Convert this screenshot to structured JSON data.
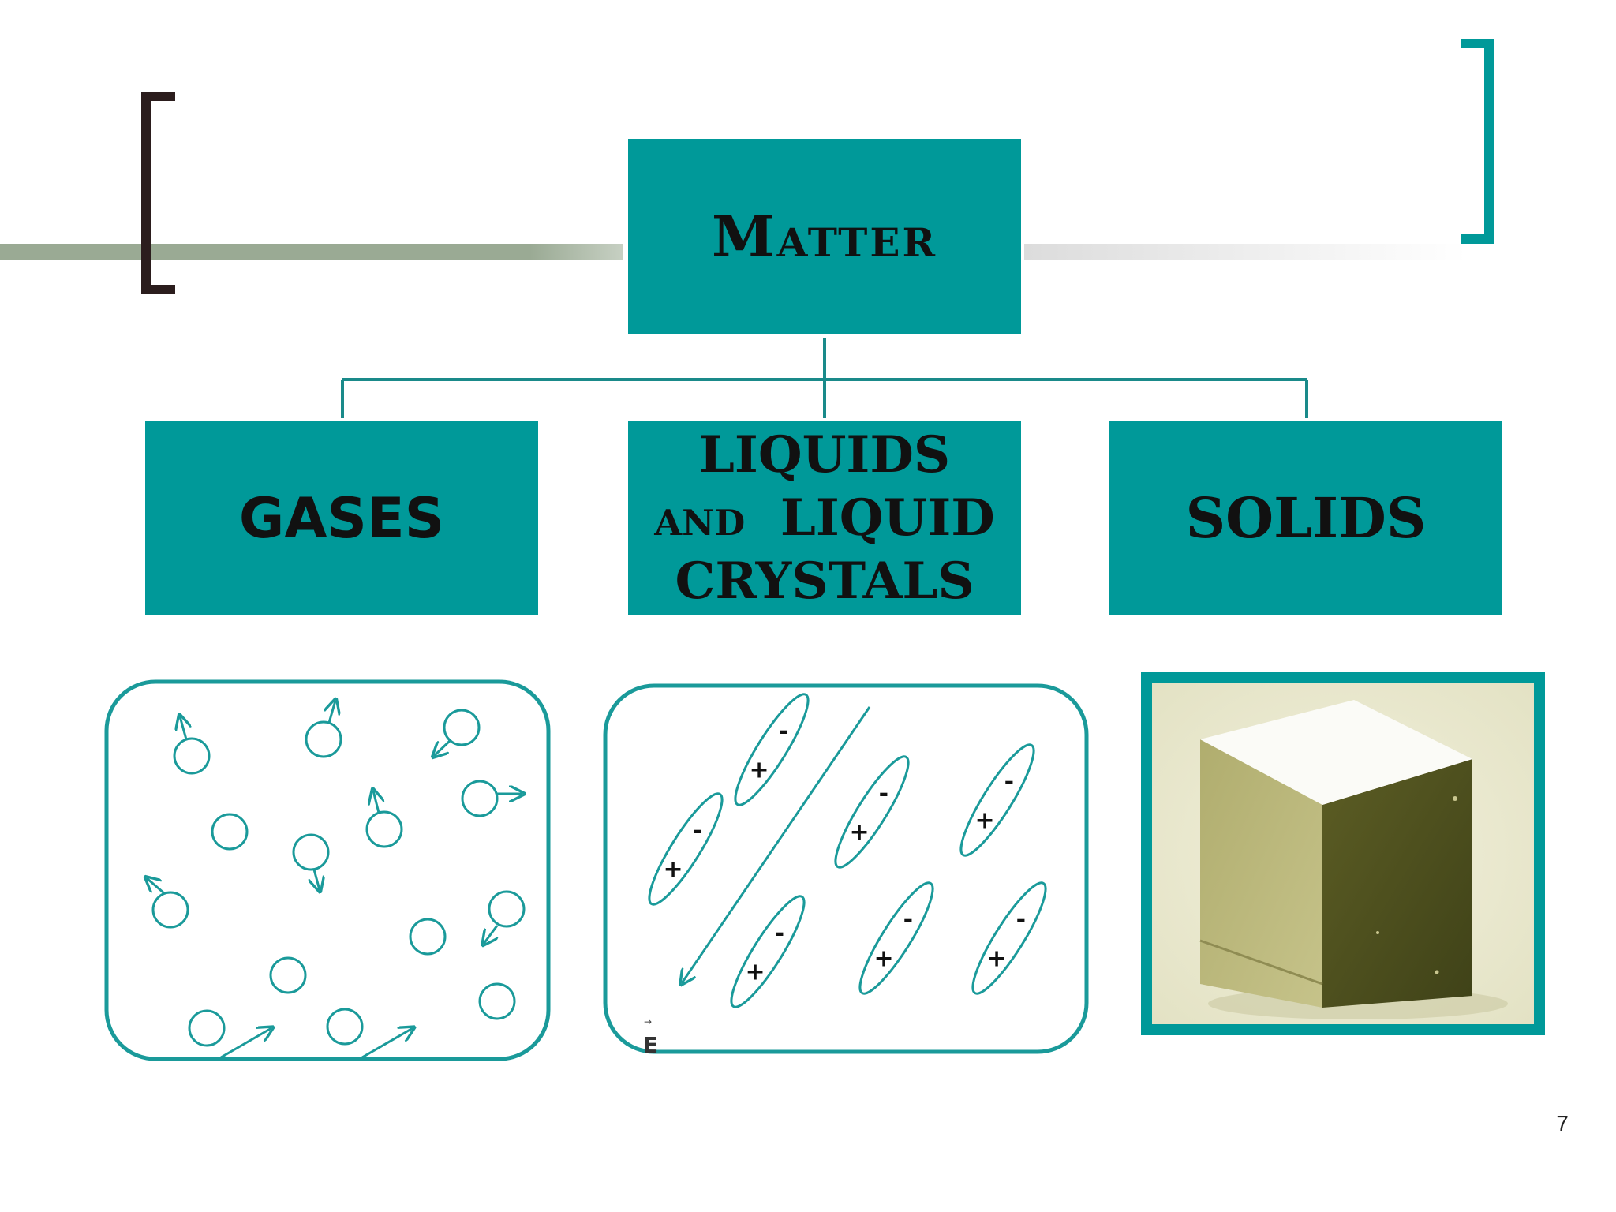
{
  "title": "Matter",
  "categories": [
    {
      "id": "gases",
      "label": "GASES"
    },
    {
      "id": "liquids",
      "label_line1": "LIQUIDS",
      "label_line2": "and  LIQUID",
      "label_line3": "CRYSTALS"
    },
    {
      "id": "solids",
      "label": "SOLIDS"
    }
  ],
  "field_label": "E",
  "page_number": "7",
  "colors": {
    "teal": "#009999",
    "bracket_left": "#2b1d1d",
    "bar": "#9aaa94"
  }
}
